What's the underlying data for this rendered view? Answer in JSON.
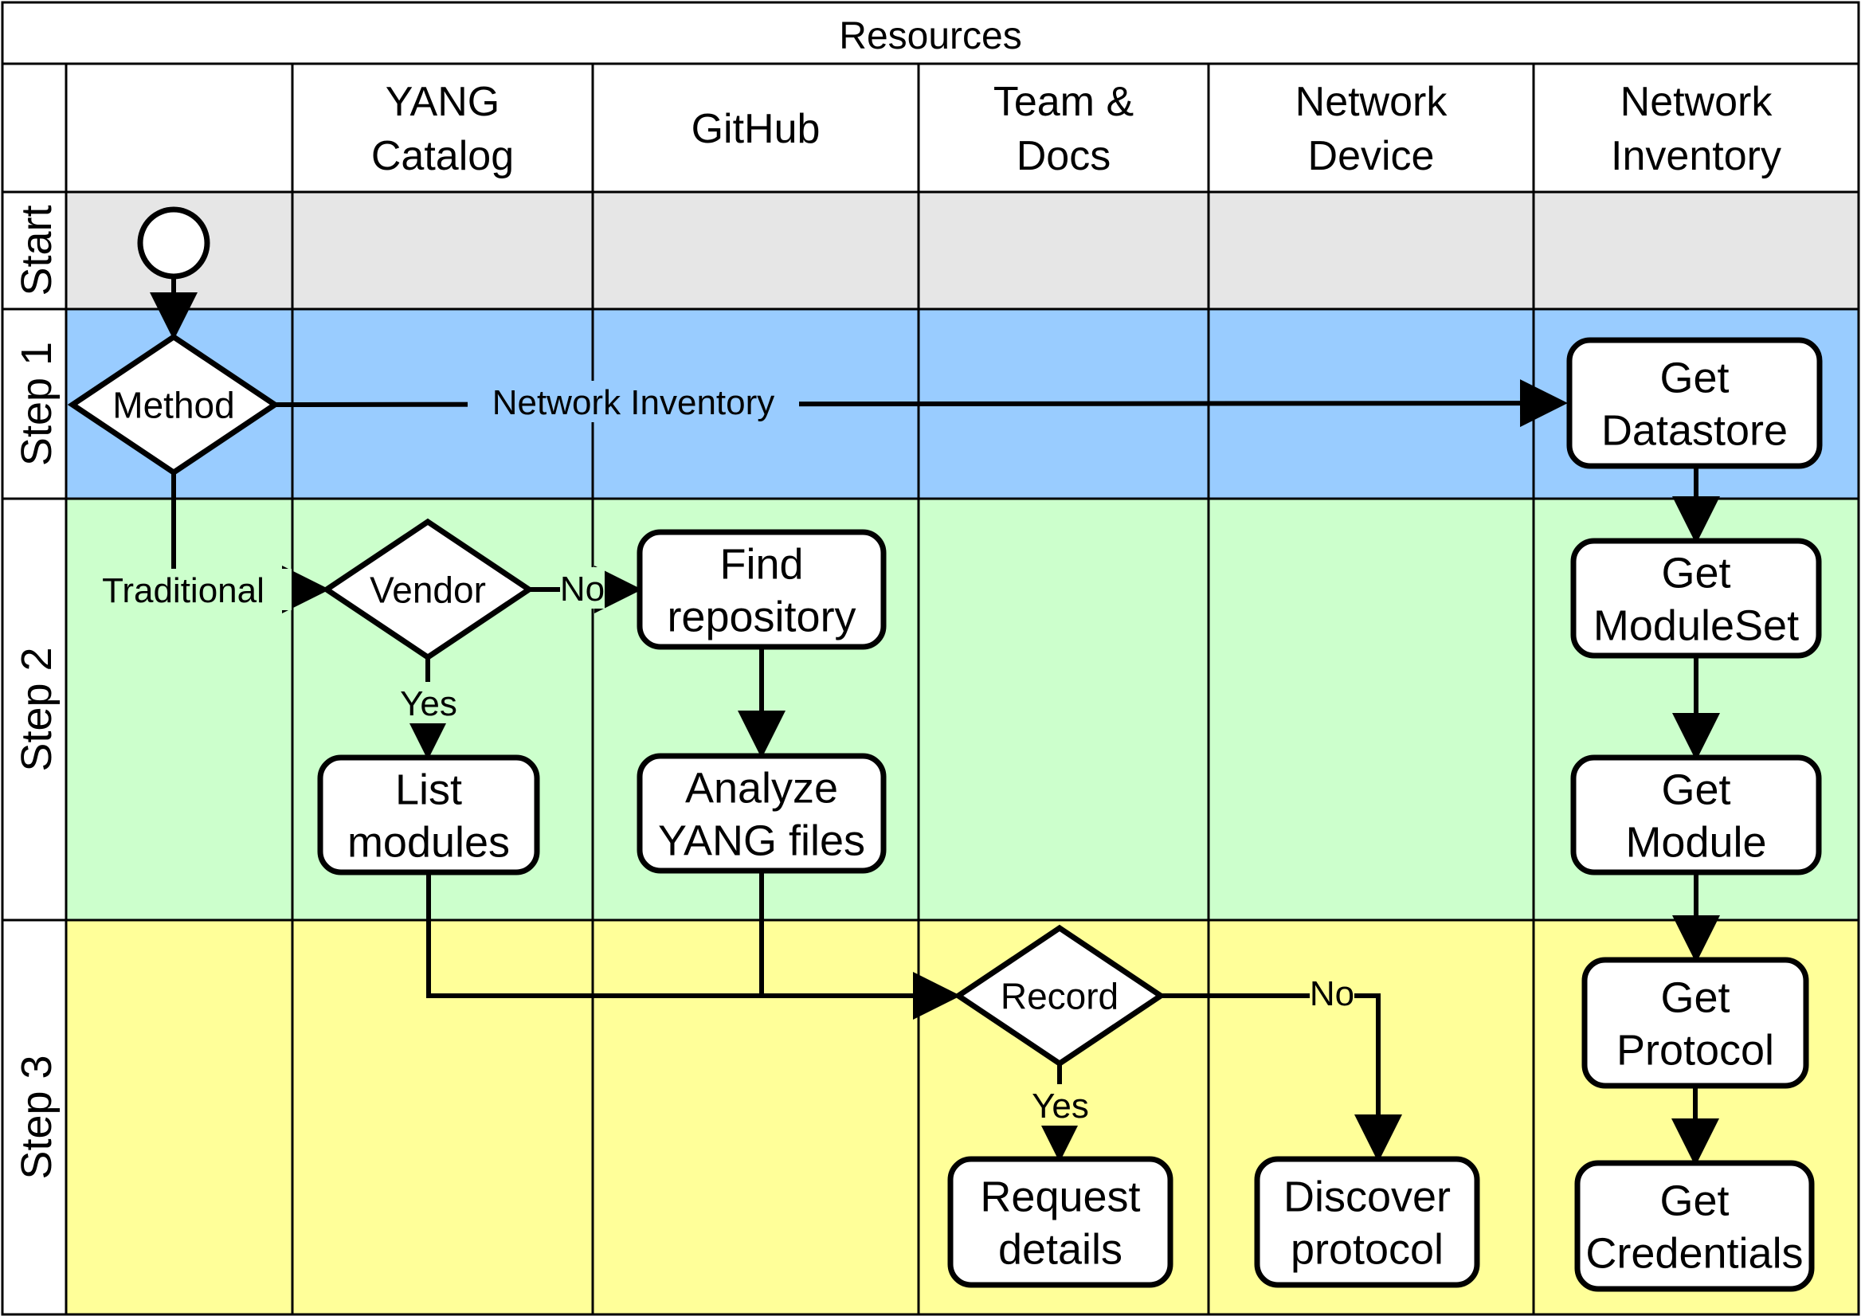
{
  "diagram": {
    "title": "Resources",
    "columns": [
      "",
      "YANG\nCatalog",
      "GitHub",
      "Team &\nDocs",
      "Network\nDevice",
      "Network\nInventory"
    ],
    "lanes": [
      {
        "label": "Start",
        "color": "#e6e6e6"
      },
      {
        "label": "Step 1",
        "color": "#99ccff"
      },
      {
        "label": "Step 2",
        "color": "#ccffcc"
      },
      {
        "label": "Step 3",
        "color": "#ffff99"
      }
    ],
    "nodes": {
      "start": {
        "type": "start",
        "label": ""
      },
      "method": {
        "type": "decision",
        "label": "Method"
      },
      "vendor": {
        "type": "decision",
        "label": "Vendor"
      },
      "record": {
        "type": "decision",
        "label": "Record"
      },
      "list_modules": {
        "type": "process",
        "label": "List\nmodules"
      },
      "find_repository": {
        "type": "process",
        "label": "Find\nrepository"
      },
      "analyze_yang": {
        "type": "process",
        "label": "Analyze\nYANG files"
      },
      "request_details": {
        "type": "process",
        "label": "Request\ndetails"
      },
      "discover_protocol": {
        "type": "process",
        "label": "Discover\nprotocol"
      },
      "get_datastore": {
        "type": "process",
        "label": "Get\nDatastore"
      },
      "get_moduleset": {
        "type": "process",
        "label": "Get\nModuleSet"
      },
      "get_module": {
        "type": "process",
        "label": "Get\nModule"
      },
      "get_protocol": {
        "type": "process",
        "label": "Get\nProtocol"
      },
      "get_credentials": {
        "type": "process",
        "label": "Get\nCredentials"
      }
    },
    "edges": [
      {
        "from": "start",
        "to": "method",
        "label": ""
      },
      {
        "from": "method",
        "to": "get_datastore",
        "label": "Network Inventory"
      },
      {
        "from": "method",
        "to": "vendor",
        "label": "Traditional"
      },
      {
        "from": "vendor",
        "to": "find_repository",
        "label": "No"
      },
      {
        "from": "vendor",
        "to": "list_modules",
        "label": "Yes"
      },
      {
        "from": "find_repository",
        "to": "analyze_yang",
        "label": ""
      },
      {
        "from": "list_modules",
        "to": "record",
        "label": ""
      },
      {
        "from": "analyze_yang",
        "to": "record",
        "label": ""
      },
      {
        "from": "record",
        "to": "request_details",
        "label": "Yes"
      },
      {
        "from": "record",
        "to": "discover_protocol",
        "label": "No"
      },
      {
        "from": "get_datastore",
        "to": "get_moduleset",
        "label": ""
      },
      {
        "from": "get_moduleset",
        "to": "get_module",
        "label": ""
      },
      {
        "from": "get_module",
        "to": "get_protocol",
        "label": ""
      },
      {
        "from": "get_protocol",
        "to": "get_credentials",
        "label": ""
      }
    ]
  }
}
